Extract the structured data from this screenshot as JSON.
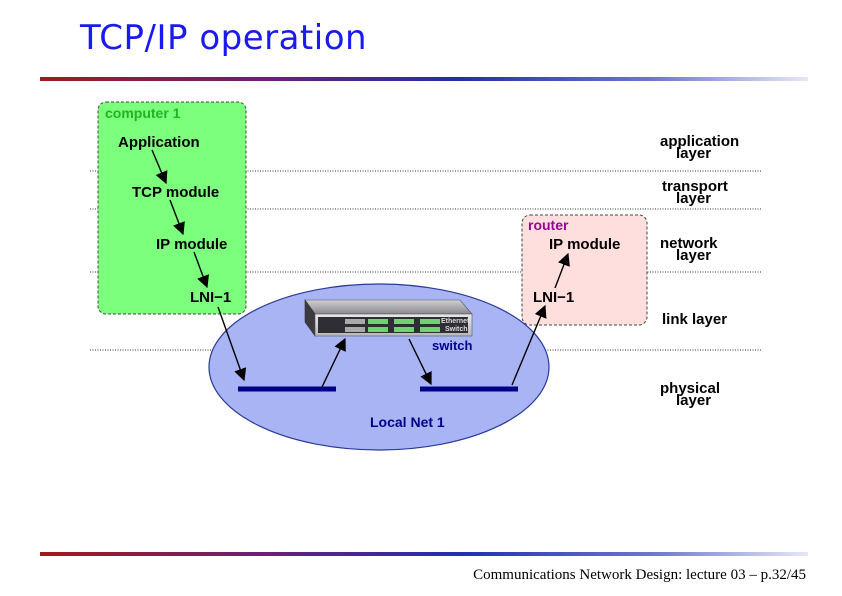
{
  "slide": {
    "title": "TCP/IP operation",
    "footer": "Communications Network Design: lecture 03 – p.32/45"
  },
  "computer": {
    "label": "computer 1",
    "modules": [
      "Application",
      "TCP module",
      "IP module",
      "LNI−1"
    ]
  },
  "router": {
    "label": "router",
    "modules": [
      "IP module",
      "LNI−1"
    ]
  },
  "switch": {
    "label": "switch",
    "device_text": [
      "Ethernet",
      "Switch"
    ]
  },
  "network": {
    "label": "Local Net 1"
  },
  "layers": [
    {
      "id": "application",
      "lines": [
        "application",
        "layer"
      ]
    },
    {
      "id": "transport",
      "lines": [
        "transport",
        "layer"
      ]
    },
    {
      "id": "network",
      "lines": [
        "network",
        "layer"
      ]
    },
    {
      "id": "link",
      "lines": [
        "link layer"
      ]
    },
    {
      "id": "physical",
      "lines": [
        "physical",
        "layer"
      ]
    }
  ],
  "colors": {
    "title": "#1a1aee",
    "computer_fill": "#7cff7c",
    "computer_label": "#1fb51f",
    "router_fill": "#ffdede",
    "router_label": "#990099",
    "lan_fill": "#a9b4f4",
    "lan_stroke": "#2a3a9a",
    "segment": "#00008b",
    "switch_label": "#00008b",
    "network_label": "#00008b"
  }
}
